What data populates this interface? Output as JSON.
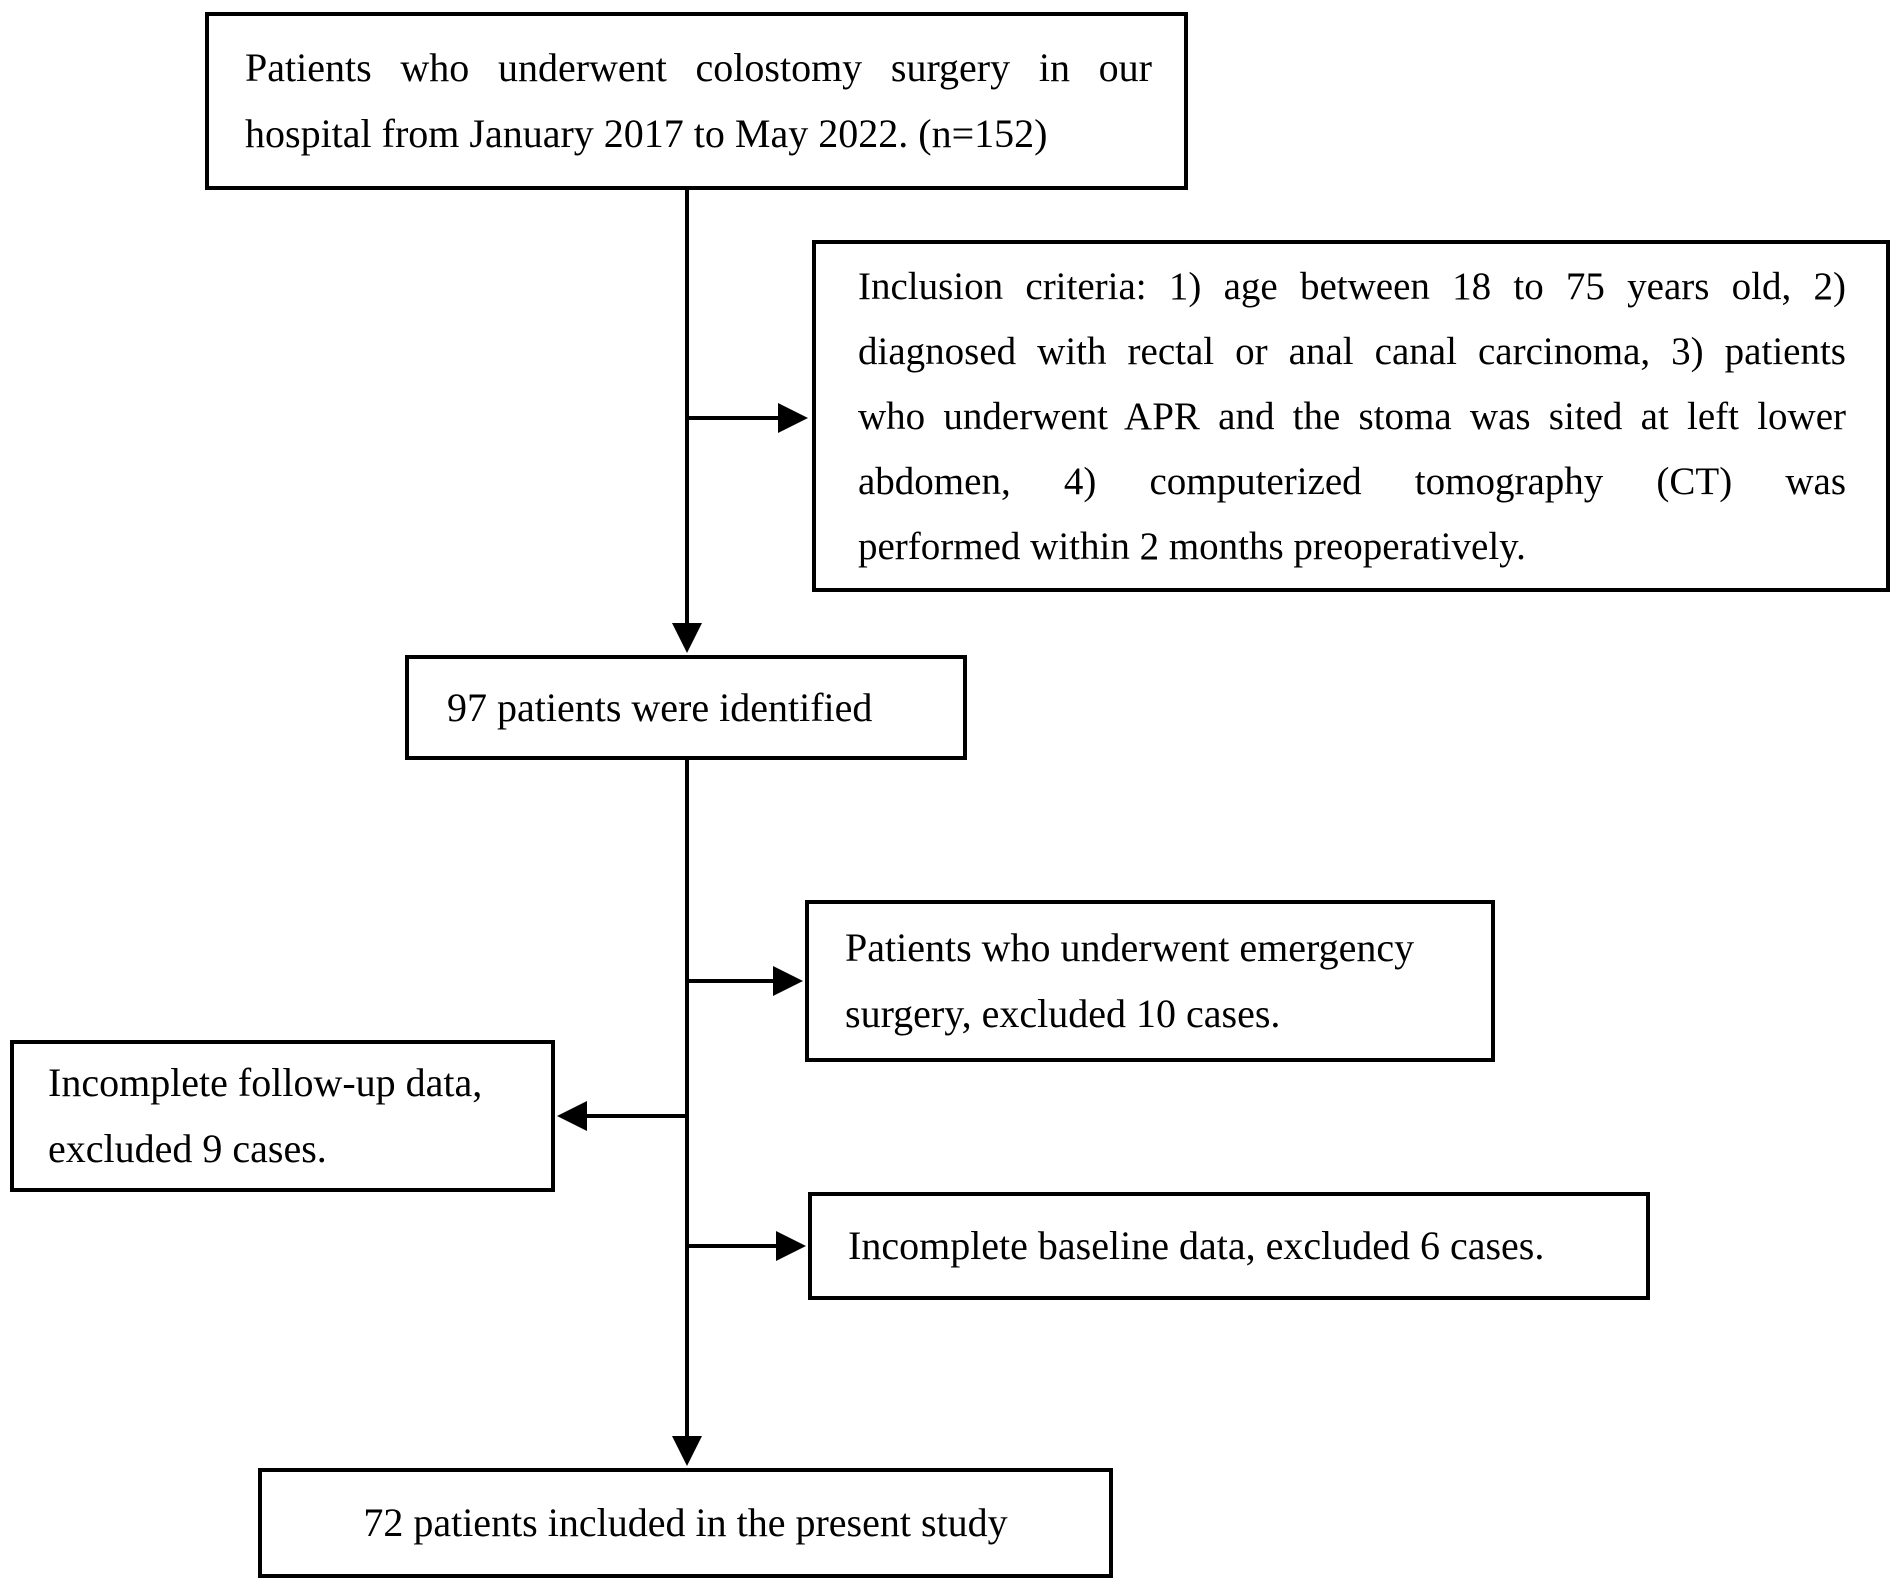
{
  "boxes": {
    "top": {
      "lines": [
        "Patients who underwent colostomy surgery in our",
        "hospital from January 2017 to May 2022. (n=152)"
      ]
    },
    "inclusion": {
      "lines": [
        "Inclusion criteria: 1) age between 18 to 75 years old, 2)",
        "diagnosed with rectal or anal canal carcinoma, 3) patients",
        "who underwent APR and the stoma was sited at left lower",
        "abdomen, 4) computerized tomography (CT) was",
        "performed within 2 months preoperatively."
      ]
    },
    "identified": {
      "text": "97 patients were identified"
    },
    "emergency": {
      "lines": [
        "Patients who underwent emergency",
        "surgery, excluded 10 cases."
      ]
    },
    "followup": {
      "lines": [
        "Incomplete follow-up data,",
        "excluded 9 cases."
      ]
    },
    "baseline": {
      "text": "Incomplete baseline data, excluded 6 cases."
    },
    "included": {
      "text": "72 patients included in the present study"
    }
  },
  "colors": {
    "ink": "#000000",
    "paper": "#ffffff"
  }
}
